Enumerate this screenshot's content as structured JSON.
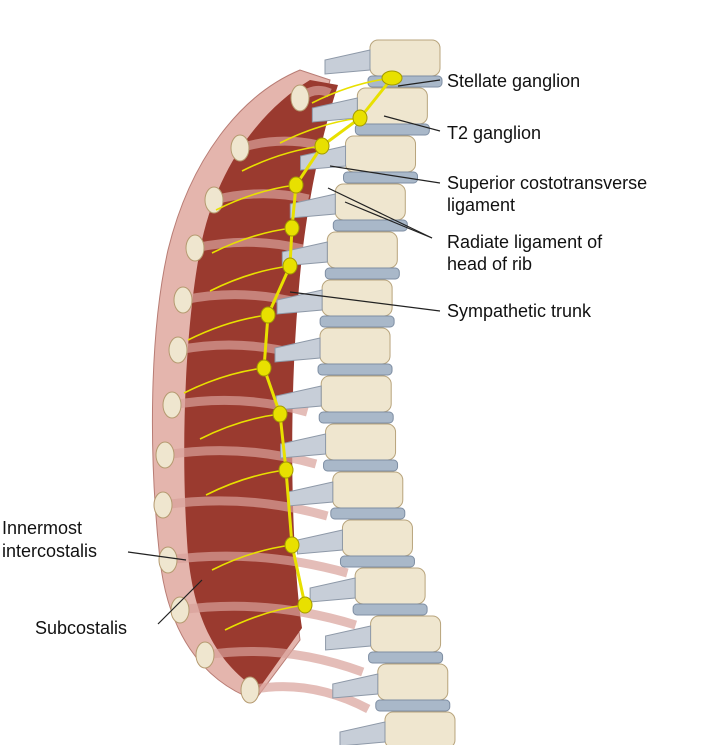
{
  "labels": {
    "stellate": "Stellate ganglion",
    "t2": "T2 ganglion",
    "superior_line1": "Superior costotransverse",
    "superior_line2": "ligament",
    "radiate_line1": "Radiate ligament of",
    "radiate_line2": "head of rib",
    "trunk": "Sympathetic trunk",
    "innermost_line1": "Innermost",
    "innermost_line2": "intercostalis",
    "subcostalis": "Subcostalis"
  },
  "colors": {
    "muscle": "#9a3a2f",
    "muscle_dark": "#7a2a22",
    "rib": "#d9a19a",
    "bone": "#efe6cf",
    "disc": "#a9b8c9",
    "nerve": "#e8e000",
    "pleura": "#e4b5ad"
  }
}
